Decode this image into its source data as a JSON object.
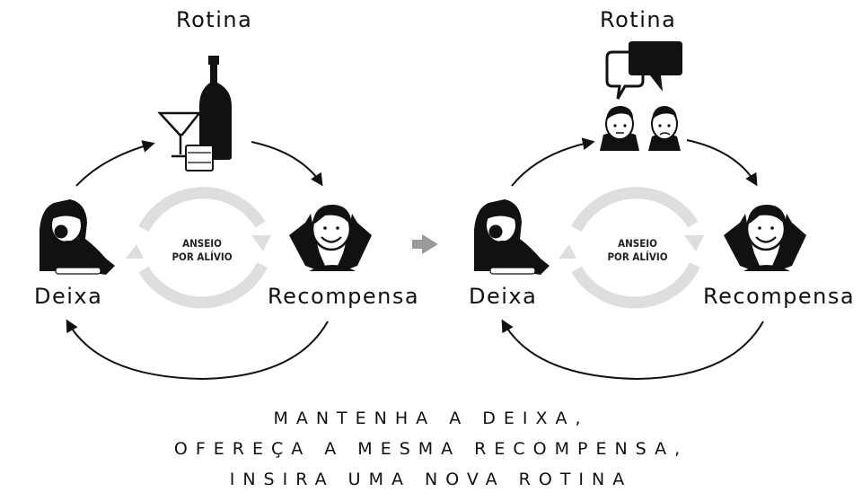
{
  "left_cycle": {
    "routine": "Rotina",
    "cue": "Deixa",
    "reward": "Recompensa",
    "craving_line1": "ANSEIO",
    "craving_line2": "POR ALÍVIO"
  },
  "right_cycle": {
    "routine": "Rotina",
    "cue": "Deixa",
    "reward": "Recompensa",
    "craving_line1": "ANSEIO",
    "craving_line2": "POR ALÍVIO"
  },
  "caption": {
    "line1": "MANTENHA A DEIXA,",
    "line2": "OFEREÇA A MESMA RECOMPENSA,",
    "line3": "INSIRA UMA NOVA ROTINA"
  },
  "icons": {
    "left_routine": "alcohol-bottle-glasses-icon",
    "right_routine": "two-people-talking-icon",
    "cue": "worried-person-icon",
    "reward": "relaxed-smiling-person-icon",
    "transition": "gray-arrow-right-icon"
  },
  "colors": {
    "ink": "#111111",
    "ring": "#dedede",
    "transition_arrow": "#9a9a9a"
  }
}
